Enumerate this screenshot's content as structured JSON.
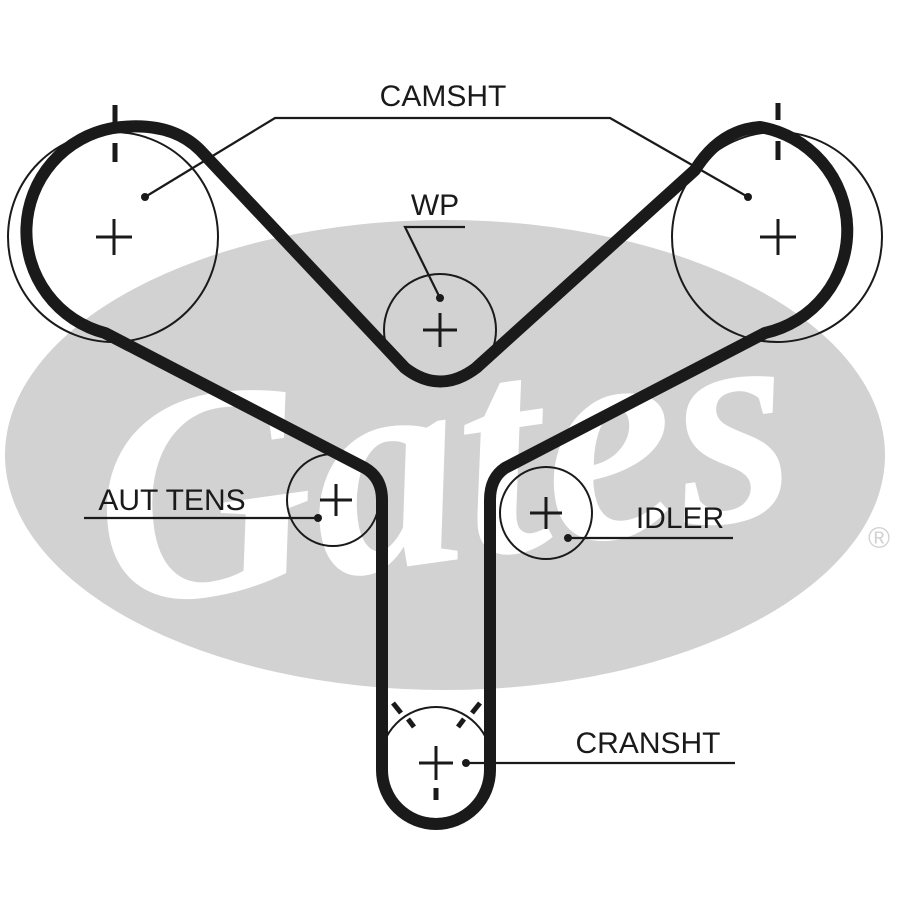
{
  "watermark": {
    "text": "Gates",
    "registered_mark": "®",
    "ellipse_color": "#d2d2d2"
  },
  "labels": {
    "camshaft": "CAMSHT",
    "water_pump": "WP",
    "auto_tensioner": "AUT TENS",
    "idler": "IDLER",
    "crankshaft": "CRANSHT"
  },
  "colors": {
    "line": "#1a1a1a",
    "background": "#ffffff"
  }
}
